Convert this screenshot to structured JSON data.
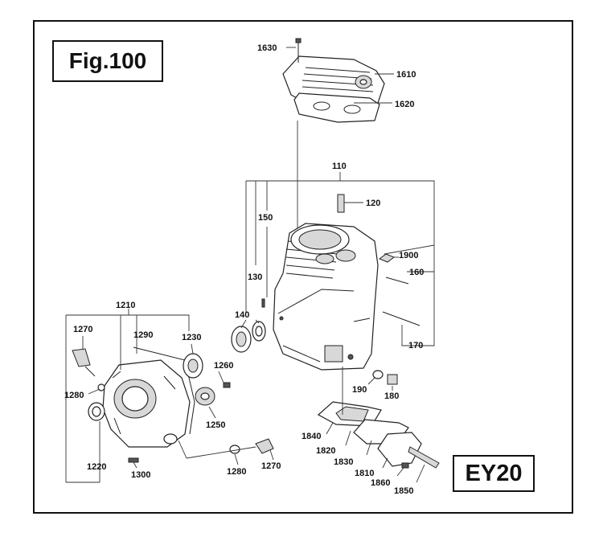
{
  "figure": {
    "label": "Fig.100"
  },
  "model": {
    "label": "EY20"
  },
  "callouts": {
    "c1630": "1630",
    "c1610": "1610",
    "c1620": "1620",
    "c110": "110",
    "c120": "120",
    "c150": "150",
    "c1900": "1900",
    "c160": "160",
    "c130": "130",
    "c140": "140",
    "c170": "170",
    "c1210": "1210",
    "c1270a": "1270",
    "c1290": "1290",
    "c1230": "1230",
    "c1260": "1260",
    "c1280a": "1280",
    "c1250": "1250",
    "c1220": "1220",
    "c1300": "1300",
    "c1280b": "1280",
    "c1270b": "1270",
    "c190": "190",
    "c180": "180",
    "c1840": "1840",
    "c1820": "1820",
    "c1830": "1830",
    "c1810": "1810",
    "c1860": "1860",
    "c1850": "1850"
  },
  "colors": {
    "ink": "#111111",
    "paper": "#ffffff"
  }
}
